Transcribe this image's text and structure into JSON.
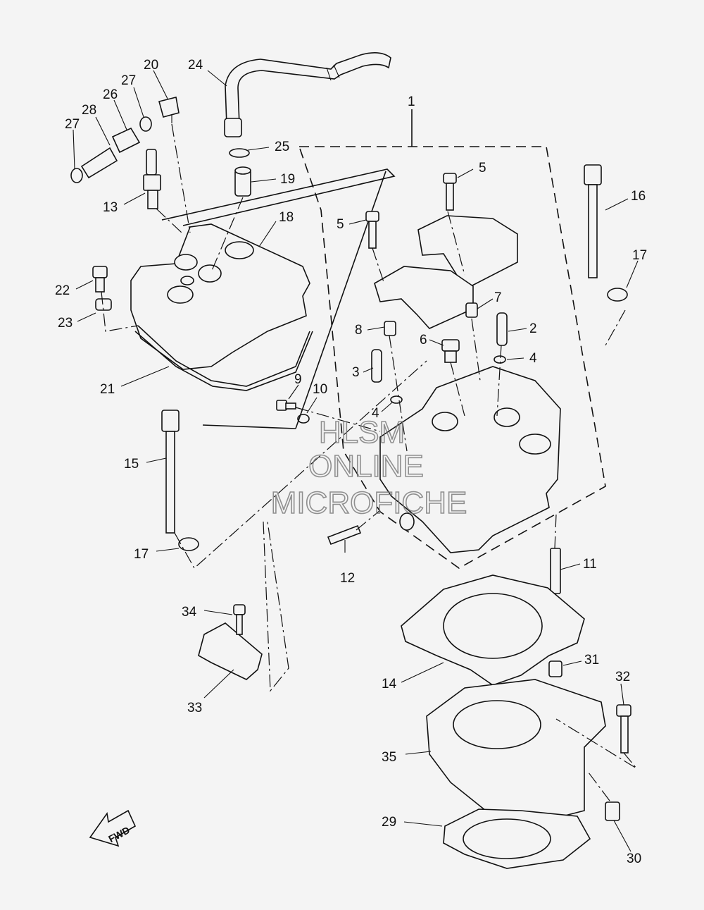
{
  "labels": [
    "1",
    "2",
    "3",
    "4",
    "4",
    "5",
    "5",
    "6",
    "7",
    "8",
    "9",
    "10",
    "11",
    "12",
    "13",
    "14",
    "15",
    "16",
    "17",
    "17",
    "18",
    "19",
    "20",
    "21",
    "22",
    "23",
    "24",
    "25",
    "26",
    "27",
    "27",
    "28",
    "29",
    "30",
    "31",
    "32",
    "33",
    "34",
    "35"
  ],
  "watermark": {
    "line1": "HLSM",
    "line2": "ONLINE",
    "line3": "MICROFICHE"
  },
  "fwd_label": "FWD"
}
